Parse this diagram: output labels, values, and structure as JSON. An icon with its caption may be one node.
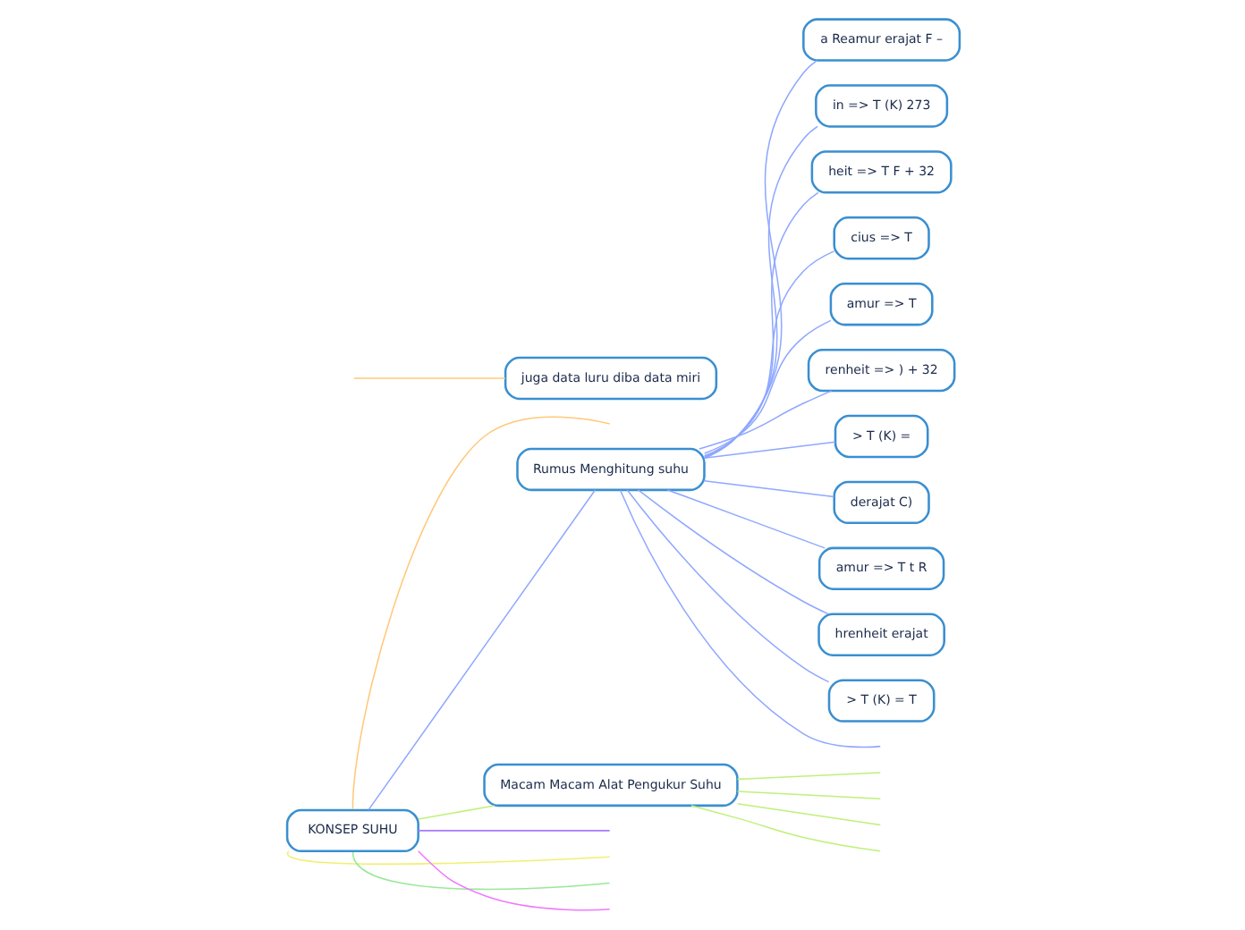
{
  "diagram": {
    "nodes": [
      {
        "text": [
          "KONSEP SUHU"
        ]
      },
      {
        "text": [
          "Rumus Menghitung suhu"
        ]
      },
      {
        "text": [
          "Macam Macam Alat Pengukur Suhu"
        ]
      },
      {
        "text": [
          "juga data luru diba data miri"
        ]
      },
      {
        "text": [
          "a Reamur erajat F –"
        ]
      },
      {
        "text": [
          "in => T (K) 273"
        ]
      },
      {
        "text": [
          "heit => T F + 32"
        ]
      },
      {
        "text": [
          "cius => T"
        ]
      },
      {
        "text": [
          "amur => T"
        ]
      },
      {
        "text": [
          "renheit => ) + 32"
        ]
      },
      {
        "text": [
          "> T (K) ="
        ]
      },
      {
        "text": [
          "derajat C)"
        ]
      },
      {
        "text": [
          "amur => T t R"
        ]
      },
      {
        "text": [
          "hrenheit erajat"
        ]
      },
      {
        "text": [
          "> T (K) = T"
        ]
      }
    ],
    "edges": [
      {
        "from": 0,
        "to": 1,
        "arrow": "none"
      },
      {
        "from": 0,
        "to": null,
        "arrow": "none",
        "color": "#ffc878"
      },
      {
        "from": null,
        "to": 3,
        "arrow": "none",
        "color": "#ffc878"
      },
      {
        "from": 0,
        "to": null,
        "arrow": "none",
        "color": "#f0f070"
      },
      {
        "from": 0,
        "to": 2,
        "arrow": "none",
        "color": "#c0f078"
      },
      {
        "from": 2,
        "to": null,
        "arrow": "none",
        "color": "#c0f078"
      },
      {
        "from": 2,
        "to": null,
        "arrow": "none",
        "color": "#c0f078"
      },
      {
        "from": 2,
        "to": null,
        "arrow": "none",
        "color": "#c0f078"
      },
      {
        "from": 2,
        "to": null,
        "arrow": "none",
        "color": "#c0f078"
      },
      {
        "from": 0,
        "to": null,
        "arrow": "none",
        "color": "#98e898"
      },
      {
        "from": 0,
        "to": null,
        "arrow": "none",
        "color": "#f078ff"
      },
      {
        "from": 0,
        "to": null,
        "arrow": "none",
        "color": "#a878ff"
      },
      {
        "from": 1,
        "to": null,
        "arrow": "none"
      },
      {
        "from": 1,
        "to": 4,
        "arrow": "none"
      },
      {
        "from": 1,
        "to": 5,
        "arrow": "none"
      },
      {
        "from": 1,
        "to": 6,
        "arrow": "none"
      },
      {
        "from": 1,
        "to": 7,
        "arrow": "none"
      },
      {
        "from": 1,
        "to": 8,
        "arrow": "none"
      },
      {
        "from": 1,
        "to": 9,
        "arrow": "none"
      },
      {
        "from": 1,
        "to": 10,
        "arrow": "none"
      },
      {
        "from": 1,
        "to": 11,
        "arrow": "none"
      },
      {
        "from": 1,
        "to": 12,
        "arrow": "none"
      },
      {
        "from": 1,
        "to": 13,
        "arrow": "none"
      },
      {
        "from": 1,
        "to": 14,
        "arrow": "none"
      }
    ]
  }
}
